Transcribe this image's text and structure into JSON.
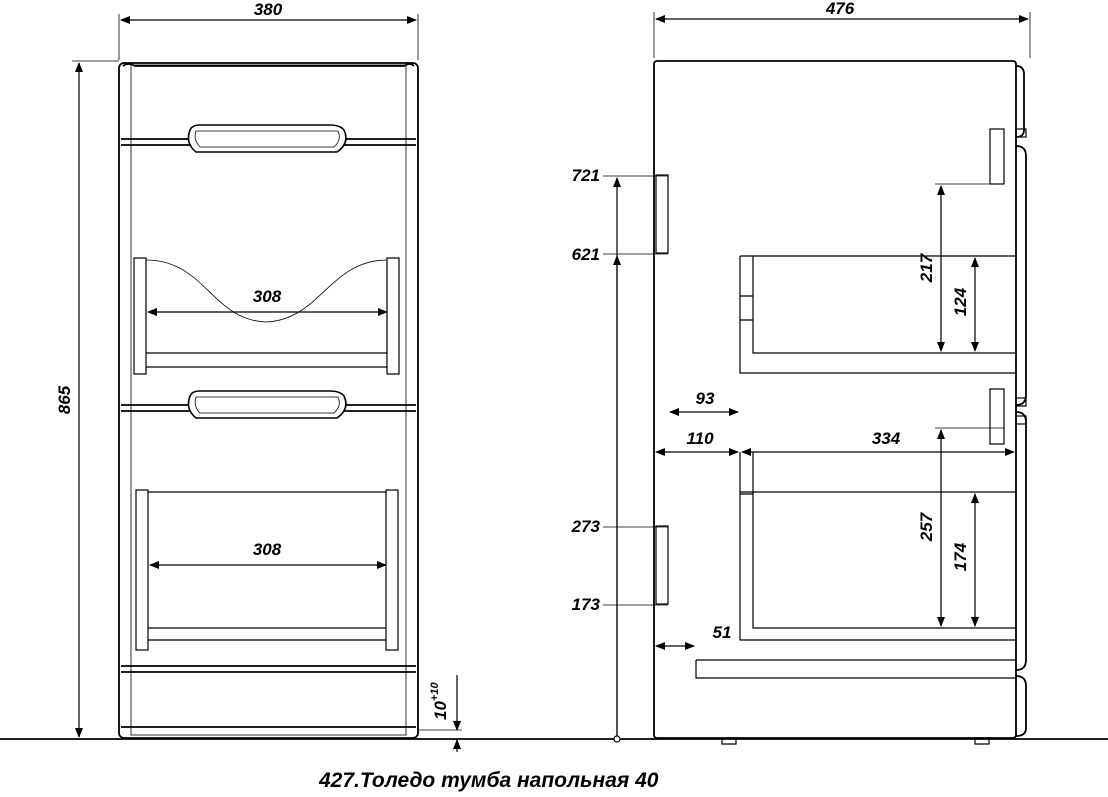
{
  "caption": "427.Толедо тумба напольная 40",
  "front_view": {
    "width": "380",
    "height": "865",
    "inner_width_top": "308",
    "inner_width_bottom": "308",
    "leg_clearance": "10",
    "leg_clearance_tol": "+10"
  },
  "side_view": {
    "depth": "476",
    "hole_721": "721",
    "hole_621": "621",
    "hole_273": "273",
    "hole_173": "173",
    "offset_93": "93",
    "offset_110": "110",
    "drawer_depth": "334",
    "offset_51": "51",
    "drawer_top_h": "217",
    "drawer_top_inner_h": "124",
    "drawer_bot_h": "257",
    "drawer_bot_inner_h": "174"
  }
}
